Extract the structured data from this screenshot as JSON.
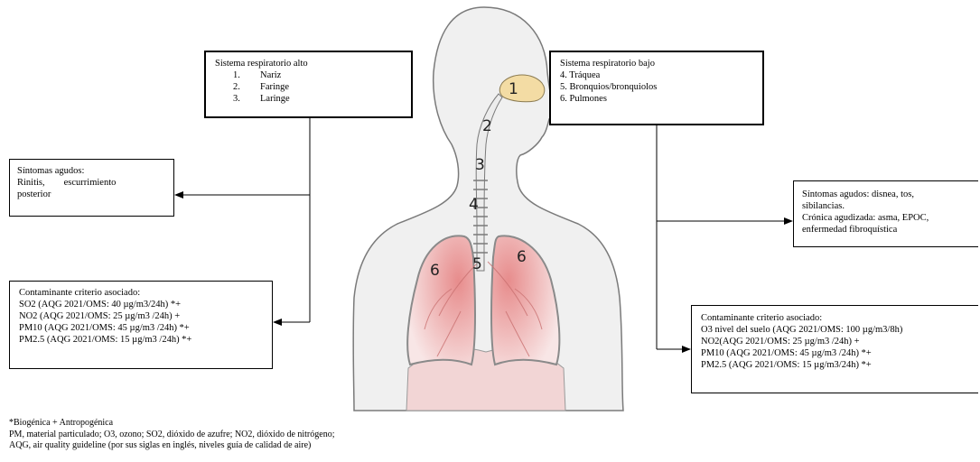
{
  "upper_system": {
    "title": "Sistema respiratorio alto",
    "items": [
      {
        "num": "1.",
        "label": "Nariz"
      },
      {
        "num": "2.",
        "label": "Faringe"
      },
      {
        "num": "3.",
        "label": "Laringe"
      }
    ]
  },
  "lower_system": {
    "title": "Sistema respiratorio bajo",
    "items": [
      "4. Tráquea",
      "5. Bronquios/bronquiolos",
      "6. Pulmones"
    ]
  },
  "upper_symptoms": {
    "title": "Síntomas agudos:",
    "text_line1": "Rinitis,        escurrimiento",
    "text_line2": "posterior"
  },
  "lower_symptoms": {
    "line1": "Síntomas agudos: disnea, tos,",
    "line2": "sibilancias.",
    "line3": "Crónica agudizada: asma, EPOC,",
    "line4": "enfermedad fibroquística"
  },
  "upper_pollutants": {
    "title": "Contaminante criterio asociado:",
    "lines": [
      "SO2 (AQG 2021/OMS: 40 µg/m3/24h) *+",
      "NO2 (AQG 2021/OMS: 25 µg/m3 /24h) +",
      "PM10 (AQG 2021/OMS: 45 µg/m3 /24h) *+",
      "PM2.5 (AQG 2021/OMS: 15 µg/m3 /24h) *+"
    ]
  },
  "lower_pollutants": {
    "title": "Contaminante criterio asociado:",
    "lines": [
      "O3 nivel del suelo (AQG 2021/OMS: 100 µg/m3/8h)",
      "NO2(AQG 2021/OMS: 25 µg/m3 /24h) +",
      "PM10 (AQG 2021/OMS: 45 µg/m3 /24h) *+",
      "PM2.5 (AQG 2021/OMS: 15 µg/m3/24h) *+"
    ]
  },
  "organ_labels": [
    "1",
    "2",
    "3",
    "4",
    "5",
    "6",
    "6"
  ],
  "footnotes": [
    "*Biogénica + Antropogénica",
    "PM, material particulado; O3, ozono; SO2, dióxido de azufre; NO2, dióxido de nitrógeno;",
    "AQG, air quality guideline (por sus siglas en inglés, niveles guía de calidad de aire)"
  ],
  "colors": {
    "skin": "#f0f0f0",
    "outline": "#6e6e6e",
    "lung": "#f6c9c9",
    "lung_inner": "#e88f8f",
    "nose": "#f3dca4"
  }
}
